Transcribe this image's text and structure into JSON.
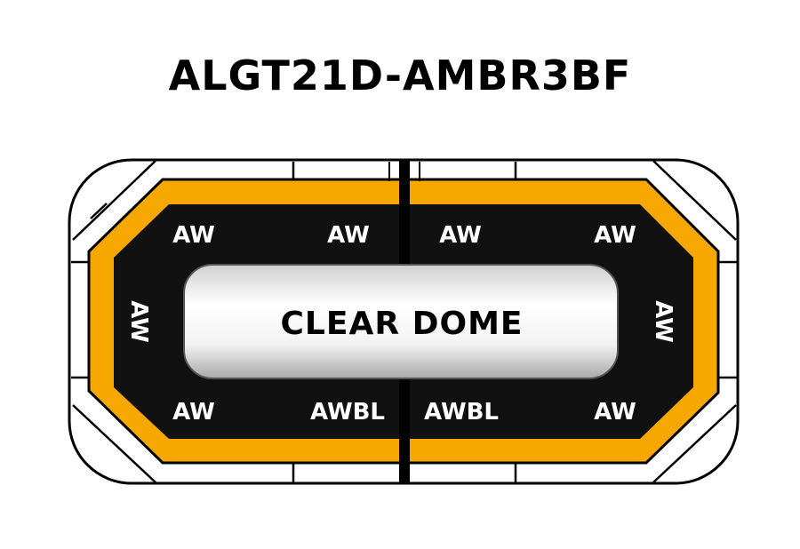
{
  "title": "ALGT21D-AMBR3BF",
  "colors": {
    "amber": "#F6A800",
    "body": "#111111",
    "outline": "#000000",
    "label": "#FFFFFF"
  },
  "labels": {
    "top_left": "AW",
    "top_center_left": "AW",
    "top_center_right": "AW",
    "top_right": "AW",
    "left_end": "AW",
    "right_end": "AW",
    "bottom_left": "AW",
    "bottom_center_left": "AWBL",
    "bottom_center_right": "AWBL",
    "bottom_right": "AW",
    "dome": "CLEAR DOME"
  }
}
